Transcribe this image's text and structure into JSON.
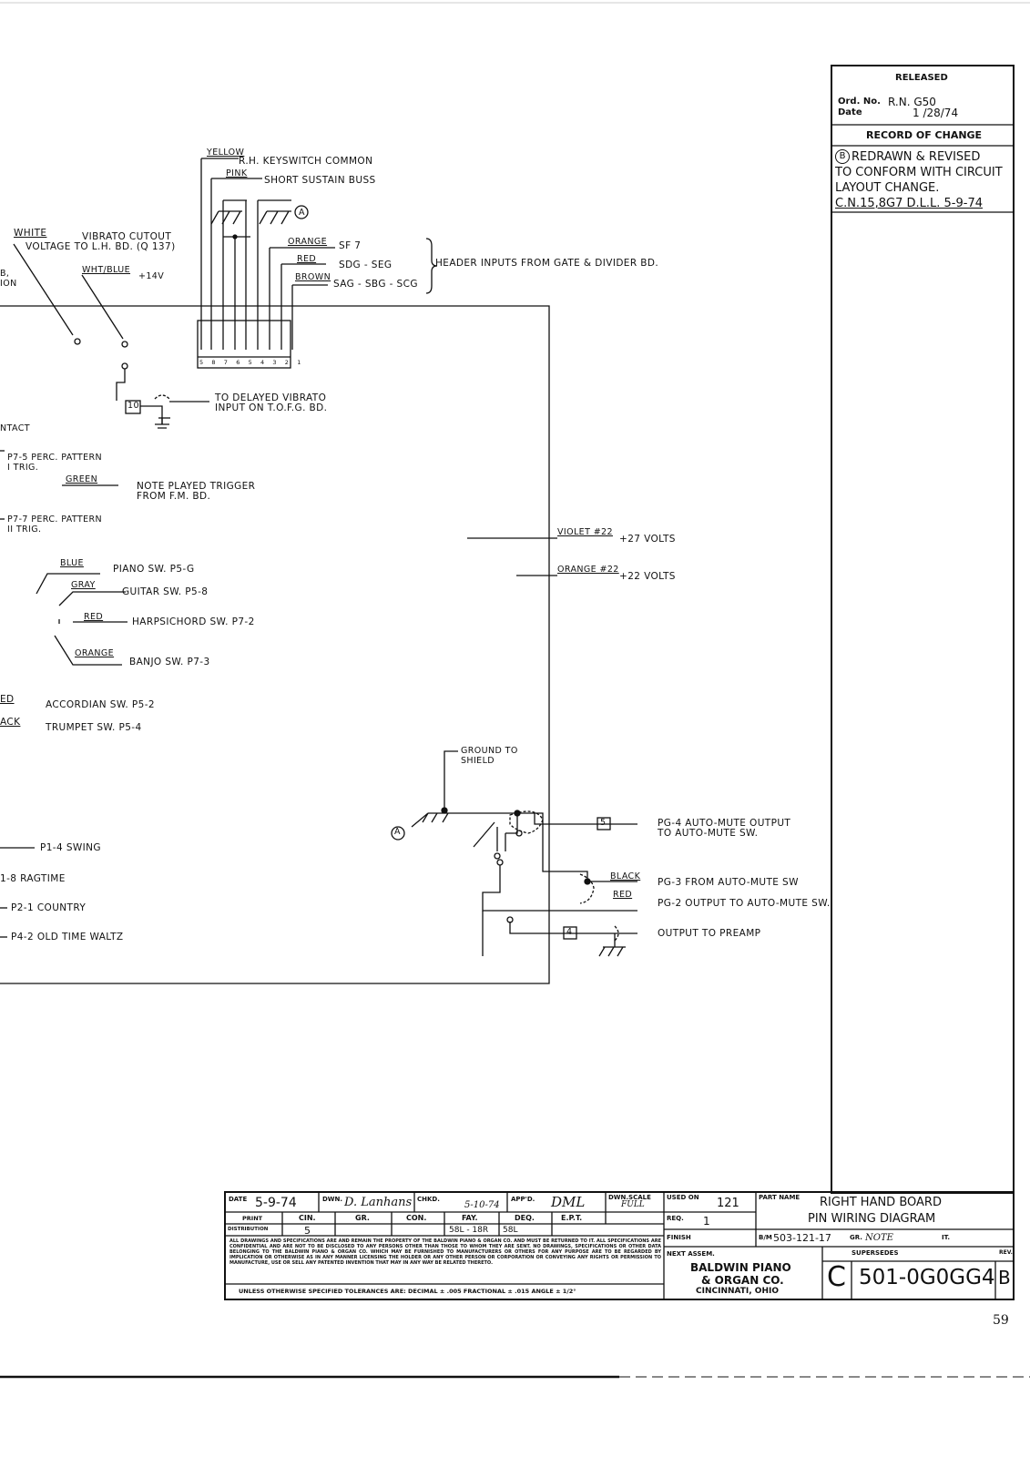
{
  "record": {
    "released": "RELEASED",
    "ord_label": "Ord. No.",
    "ord_value": "R.N. G50",
    "date_label": "Date",
    "date_value": "1 /28/74",
    "record_of_change": "RECORD OF CHANGE",
    "change_marker": "B",
    "change_lines": [
      "REDRAWN & REVISED",
      "TO CONFORM WITH CIRCUIT",
      "LAYOUT CHANGE.",
      "C.N.15,8G7 D.L.L.  5-9-74"
    ]
  },
  "labels": {
    "yellow": "YELLOW",
    "rh_keyswitch": "R.H. KEYSWITCH COMMON",
    "pink": "PINK",
    "short_sustain": "SHORT SUSTAIN BUSS",
    "ground_marker": "A",
    "white": "WHITE",
    "vibrato_cutout": "VIBRATO CUTOUT",
    "voltage_lh": "VOLTAGE TO L.H. BD. (Q 137)",
    "cut_left_top": "B,",
    "cut_left_bottom": "ION",
    "wht_blue": "WHT/BLUE",
    "plus14": "+14V",
    "orange_sf": "ORANGE",
    "sf7": "SF 7",
    "red_sdg": "RED",
    "sdg": "SDG - SEG",
    "brown": "BROWN",
    "sag": "SAG - SBG - SCG",
    "header_inputs": "HEADER INPUTS FROM GATE & DIVIDER BD.",
    "pin_numbers": "5 8 7 6 5 4 3 2 1",
    "pin10": "10",
    "delayed_vibrato_1": "TO DELAYED VIBRATO",
    "delayed_vibrato_2": "INPUT ON T.O.F.G. BD.",
    "ntact": "NTACT",
    "p75_1": "P7-5 PERC. PATTERN",
    "p75_2": "I TRIG.",
    "green": "GREEN",
    "note_played_1": "NOTE PLAYED TRIGGER",
    "note_played_2": "FROM F.M. BD.",
    "p77_1": "P7-7 PERC. PATTERN",
    "p77_2": "II TRIG.",
    "violet": "VIOLET #22",
    "plus27": "+27 VOLTS",
    "orange22": "ORANGE #22",
    "plus22": "+22 VOLTS",
    "blue": "BLUE",
    "piano_sw": "PIANO SW. P5-G",
    "gray": "GRAY",
    "guitar_sw": "GUITAR SW. P5-8",
    "red_harp": "RED",
    "harpsichord_sw": "HARPSICHORD SW. P7-2",
    "orange_banjo": "ORANGE",
    "banjo_sw": "BANJO SW. P7-3",
    "ed": "ED",
    "accordian_sw": "ACCORDIAN SW. P5-2",
    "ack": "ACK",
    "trumpet_sw": "TRUMPET SW. P5-4",
    "ground_to": "GROUND TO",
    "shield": "SHIELD",
    "pin5": "5",
    "p64_1": "PG-4 AUTO-MUTE OUTPUT",
    "p64_2": "TO AUTO-MUTE SW.",
    "black": "BLACK",
    "p63": "PG-3 FROM AUTO-MUTE SW",
    "red_p62": "RED",
    "p62": "PG-2 OUTPUT TO AUTO-MUTE SW.",
    "pin4": "4",
    "output_preamp": "OUTPUT TO PREAMP",
    "swing": "P1-4 SWING",
    "ragtime": "1-8 RAGTIME",
    "country": "P2-1 COUNTRY",
    "waltz": "P4-2 OLD TIME WALTZ"
  },
  "title_block": {
    "date_label": "DATE",
    "date_value": "5-9-74",
    "dwn_label": "DWN.",
    "dwn_value": "D. Lanhans",
    "chkd_label": "CHKD.",
    "chkd_value": "5-10-74",
    "appd_label": "APP'D.",
    "appd_value": "DML",
    "dwn_scale_label": "DWN.SCALE",
    "dwn_scale_value": "FULL",
    "used_on_label": "USED ON",
    "used_on_value": "121",
    "part_name_label": "PART NAME",
    "part_name_1": "RIGHT HAND BOARD",
    "part_name_2": "PIN WIRING DIAGRAM",
    "print": "PRINT",
    "distribution": "DISTRIBUTION",
    "cin": "CIN.",
    "cin_value": "5",
    "gr": "GR.",
    "con": "CON.",
    "fay": "FAY.",
    "fay_value": "58L - 18R",
    "deq": "DEQ.",
    "deq_value": "58L",
    "ept": "E.P.T.",
    "req_label": "REQ.",
    "req_value": "1",
    "finish_label": "FINISH",
    "bm_label": "B/M",
    "bm_value": "503-121-17",
    "gr_label": "GR.",
    "gr_value": "NOTE",
    "it_label": "IT.",
    "next_assem": "NEXT ASSEM.",
    "supersedes": "SUPERSEDES",
    "disclaimer": "ALL DRAWINGS AND SPECIFICATIONS ARE AND REMAIN THE PROPERTY OF THE BALDWIN PIANO & ORGAN CO. AND MUST BE RETURNED TO IT. ALL SPECIFICATIONS ARE CONFIDENTIAL AND ARE NOT TO BE DISCLOSED TO ANY PERSONS OTHER THAN THOSE TO WHOM THEY ARE SENT. NO DRAWINGS, SPECIFICATIONS OR OTHER DATA BELONGING TO THE BALDWIN PIANO & ORGAN CO. WHICH MAY BE FURNISHED TO MANUFACTURERS OR OTHERS FOR ANY PURPOSE ARE TO BE REGARDED BY IMPLICATION OR OTHERWISE AS IN ANY MANNER LICENSING THE HOLDER OR ANY OTHER PERSON OR CORPORATION OR CONVEYING ANY RIGHTS OR PERMISSION TO MANUFACTURE, USE OR SELL ANY PATENTED INVENTION THAT MAY IN ANY WAY BE RELATED THERETO.",
    "tolerances": "UNLESS OTHERWISE SPECIFIED TOLERANCES ARE:  DECIMAL ± .005   FRACTIONAL ± .015   ANGLE ± 1/2°",
    "company_1": "BALDWIN PIANO",
    "company_2": "& ORGAN CO.",
    "company_3": "CINCINNATI, OHIO",
    "size_letter": "C",
    "drawing_number": "501-0G0GG4",
    "rev_label": "REV.",
    "rev_value": "B"
  },
  "page_number": "59"
}
